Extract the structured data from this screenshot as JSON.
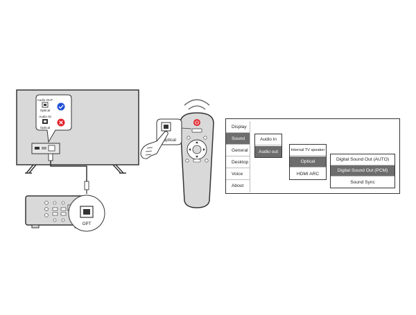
{
  "tv": {
    "audio_out_label": "Audio OUT",
    "audio_out_port_label": "Optical",
    "audio_in_label": "Audio IN",
    "audio_in_port_label": "Optical"
  },
  "soundbar": {
    "opt_label": "OPT"
  },
  "remote": {
    "button_label": "Optical"
  },
  "menu": {
    "level1": [
      "Display",
      "Sound",
      "General",
      "Desktop",
      "Voice",
      "About"
    ],
    "level1_selected": "Sound",
    "level2": [
      "Audio in",
      "Audio out"
    ],
    "level2_selected": "Audio out",
    "level3": [
      "Internal TV speaker",
      "Optical",
      "HDMI ARC"
    ],
    "level3_selected": "Optical",
    "level4": [
      "Digital Sound Out  (AUTO)",
      "Digital Sound Out (PCM)",
      "Sound Sync"
    ],
    "level4_selected": "Digital Sound Out (PCM)"
  },
  "colors": {
    "line": "#333333",
    "tv_fill": "#d9d9d9",
    "selected_fill": "#6d6d6d",
    "check_blue": "#1f4fd6",
    "cross_red": "#e0242b",
    "power_red": "#e0242b"
  }
}
